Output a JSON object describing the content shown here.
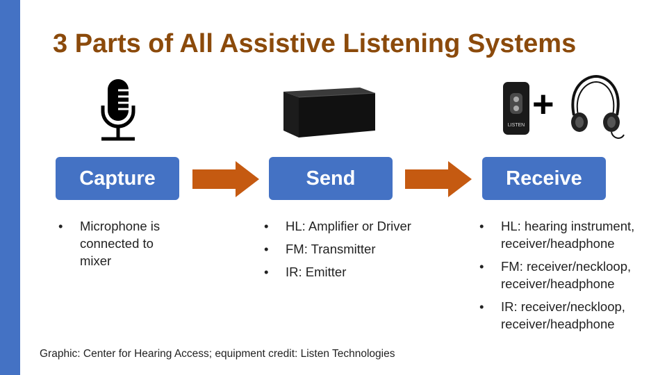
{
  "title": "3 Parts of All Assistive Listening Systems",
  "colors": {
    "accent": "#4472C4",
    "title": "#8B4A0B",
    "arrow": "#C55A11"
  },
  "icons": [
    "microphone-icon",
    "transmitter-box-icon",
    "bodypack-receiver-icon",
    "plus-icon",
    "headphones-icon",
    "right-arrow-icon"
  ],
  "stages": [
    {
      "label": "Capture",
      "bullets": [
        "Microphone is connected to mixer"
      ]
    },
    {
      "label": "Send",
      "bullets": [
        "HL: Amplifier or Driver",
        "FM: Transmitter",
        "IR: Emitter"
      ]
    },
    {
      "label": "Receive",
      "bullets": [
        "HL: hearing instrument, receiver/headphone",
        "FM: receiver/neckloop, receiver/headphone",
        "IR: receiver/neckloop, receiver/headphone"
      ]
    }
  ],
  "receiver_brand": "LISTEN",
  "plus_sign": "+",
  "credit": "Graphic: Center for Hearing Access; equipment credit: Listen Technologies"
}
